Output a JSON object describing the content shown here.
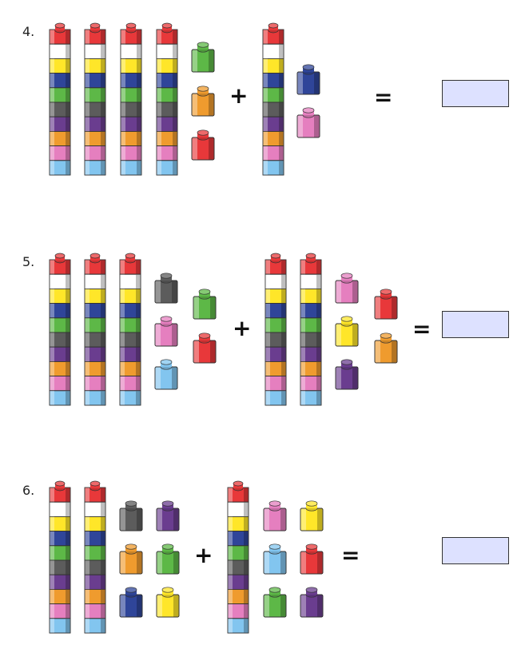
{
  "problems": [
    {
      "number": "4.",
      "plus": "+",
      "equals": "=",
      "left": {
        "tens": 4,
        "ones": [
          "green",
          "orange",
          "red"
        ]
      },
      "right": {
        "tens": 1,
        "ones": [
          "blue",
          "pink"
        ]
      }
    },
    {
      "number": "5.",
      "plus": "+",
      "equals": "=",
      "left": {
        "tens": 3,
        "ones": [
          "gray",
          "pink",
          "lightblue",
          "green",
          "red"
        ]
      },
      "right": {
        "tens": 2,
        "ones": [
          "pink",
          "yellow",
          "purple",
          "red",
          "orange"
        ]
      }
    },
    {
      "number": "6.",
      "plus": "+",
      "equals": "=",
      "left": {
        "tens": 2,
        "ones": [
          "gray",
          "orange",
          "blue",
          "purple",
          "green",
          "yellow"
        ]
      },
      "right": {
        "tens": 1,
        "ones": [
          "pink",
          "lightblue",
          "green",
          "yellow",
          "red",
          "purple"
        ]
      }
    }
  ],
  "rod_colors_top_to_bottom": [
    "red",
    "white",
    "yellow",
    "blue",
    "green",
    "gray",
    "purple",
    "orange",
    "pink",
    "lightblue"
  ],
  "colors": {
    "red": "#e8383a",
    "white": "#ffffff",
    "yellow": "#ffe629",
    "blue": "#2f4599",
    "green": "#5db847",
    "gray": "#5c5c5c",
    "purple": "#6a3d8f",
    "orange": "#ef9b2e",
    "pink": "#e57fbf",
    "lightblue": "#82c5ef",
    "answer_box": "#dde1ff"
  }
}
